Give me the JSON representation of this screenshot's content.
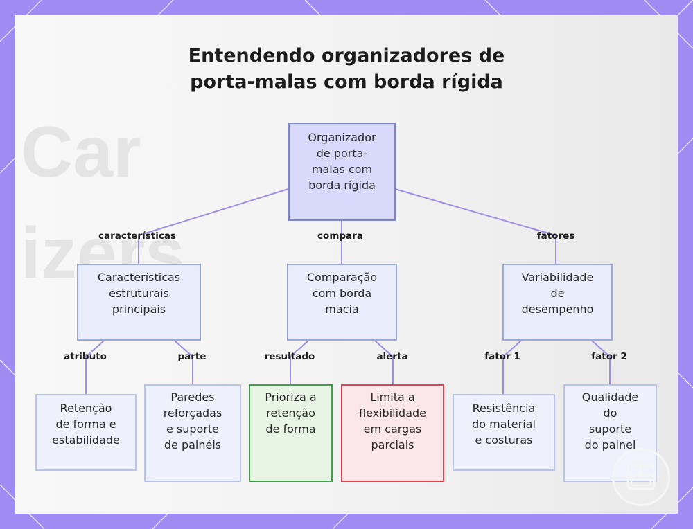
{
  "title": {
    "line1": "Entendendo organizadores de",
    "line2": "porta-malas com borda rígida"
  },
  "colors": {
    "frame": "#9f8cf2",
    "edge": "#a08de8",
    "root_fill": "#d9dafb",
    "green_border": "#3f9e46",
    "red_border": "#d8474f"
  },
  "nodes": {
    "root": [
      "Organizador",
      "de porta-",
      "malas com",
      "borda rígida"
    ],
    "caracteristicas": [
      "Características",
      "estruturais",
      "principais"
    ],
    "comparacao": [
      "Comparação",
      "com borda",
      "macia"
    ],
    "variabilidade": [
      "Variabilidade",
      "de",
      "desempenho"
    ],
    "retencao": [
      "Retenção",
      "de forma e",
      "estabilidade"
    ],
    "paredes": [
      "Paredes",
      "reforçadas",
      "e suporte",
      "de painéis"
    ],
    "prioriza": [
      "Prioriza a",
      "retenção",
      "de forma"
    ],
    "limita": [
      "Limita a",
      "flexibilidade",
      "em cargas",
      "parciais"
    ],
    "resistencia": [
      "Resistência",
      "do material",
      "e costuras"
    ],
    "qualidade": [
      "Qualidade",
      "do",
      "suporte",
      "do painel"
    ]
  },
  "edge_labels": {
    "caracteristicas": "características",
    "compara": "compara",
    "fatores": "fatores",
    "atributo": "atributo",
    "parte": "parte",
    "resultado": "resultado",
    "alerta": "alerta",
    "fator1": "fator 1",
    "fator2": "fator 2"
  },
  "background_watermark": [
    "Car",
    "izers"
  ],
  "logo": "organizer-logo-icon"
}
